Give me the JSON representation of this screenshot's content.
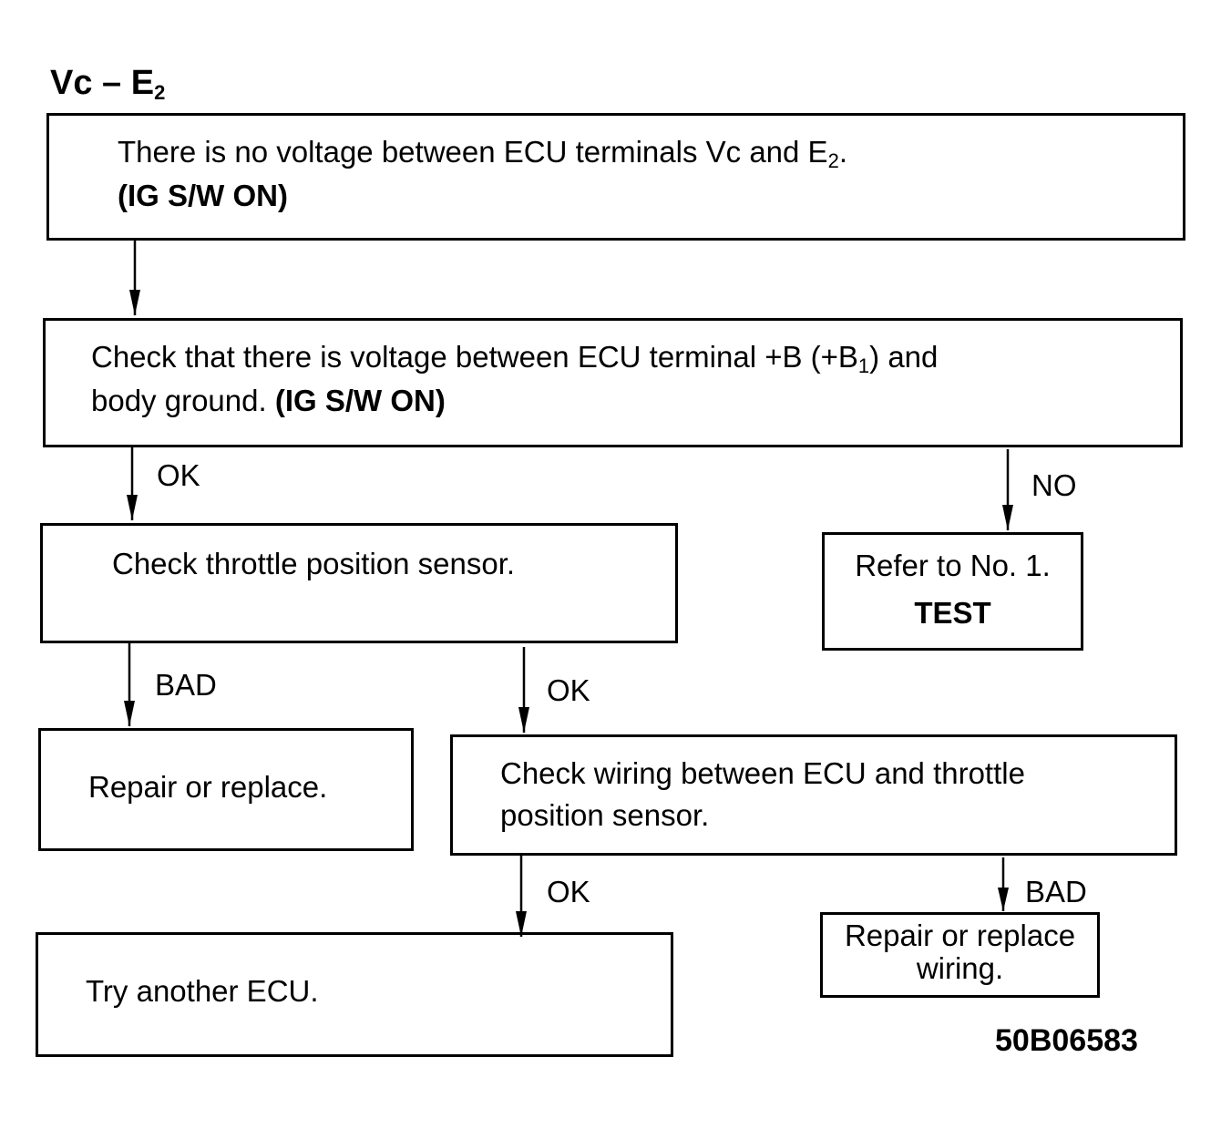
{
  "title": {
    "main": "Vc – E",
    "sub": "2"
  },
  "boxes": {
    "b1": {
      "line1_pre": "There is no voltage between ECU terminals Vc and E",
      "line1_sub": "2",
      "line1_post": ".",
      "line2": "(IG S/W ON)"
    },
    "b2": {
      "line1_pre": "Check that there is voltage between ECU terminal +B (+B",
      "line1_sub": "1",
      "line1_post": ") and",
      "line2_pre": "body ground. ",
      "line2_bold": "(IG S/W ON)"
    },
    "b3": {
      "text": "Check throttle position sensor."
    },
    "b4": {
      "line1": "Refer to No. 1.",
      "line2": "TEST"
    },
    "b5": {
      "text": "Repair or replace."
    },
    "b6": {
      "line1": "Check wiring between ECU and throttle",
      "line2": "position sensor."
    },
    "b7": {
      "text": "Try another ECU."
    },
    "b8": {
      "line1": "Repair or replace",
      "line2": "wiring."
    }
  },
  "labels": {
    "ok1": "OK",
    "no1": "NO",
    "bad1": "BAD",
    "ok2": "OK",
    "ok3": "OK",
    "bad2": "BAD"
  },
  "figure_id": "50B06583"
}
